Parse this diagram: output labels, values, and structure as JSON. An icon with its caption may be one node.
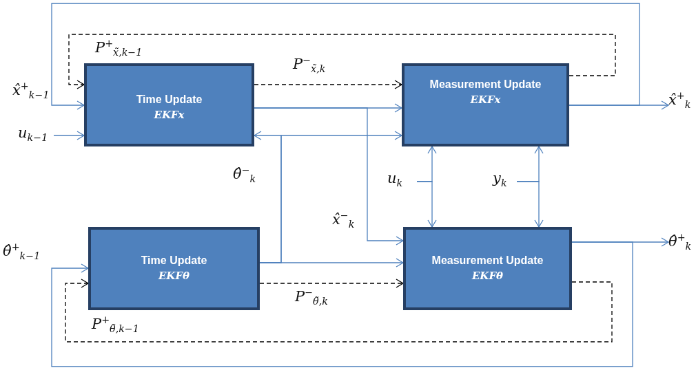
{
  "diagram": {
    "nodes": [
      {
        "text": [
          "Time Update",
          "EKFx"
        ]
      },
      {
        "text": [
          "Measurement Update",
          "EKFx"
        ]
      },
      {
        "text": [
          "Time Update",
          "EKFθ"
        ]
      },
      {
        "text": [
          "Measurement Update",
          "EKFθ"
        ]
      },
      {
        "text": [
          "u$_{k−1}$"
        ]
      },
      {
        "text": [
          "x̂$^{+}$$_{k}$"
        ]
      },
      {
        "text": [
          "θ̂$^{+}$$_{k}$"
        ]
      },
      {
        "text": [
          "u$_{k}$"
        ]
      },
      {
        "text": [
          "y$_{k}$"
        ]
      }
    ],
    "edges": [
      {
        "from": 4,
        "to": 0,
        "arrow": "to"
      },
      {
        "from": 0,
        "to": 1,
        "arrow": "to"
      },
      {
        "from": 0,
        "to": 1,
        "arrow": "to",
        "label": "P$^{−}$$_{x̃,k}$",
        "style": "dashed",
        "color": "#000000"
      },
      {
        "from": 1,
        "to": 0,
        "arrow": "to",
        "label": "P$^{+}$$_{x̃,k−1}$",
        "style": "dashed",
        "color": "#000000"
      },
      {
        "from": 1,
        "to": 5,
        "arrow": "to"
      },
      {
        "from": 1,
        "to": 0,
        "arrow": "to",
        "label": "x̂$^{+}$$_{k−1}$"
      },
      {
        "from": 0,
        "to": 3,
        "arrow": "to",
        "label": "x̂$^{−}$$_{k}$"
      },
      {
        "from": 2,
        "to": 0,
        "arrow": "to",
        "label": "θ̂$^{−}$$_{k}$"
      },
      {
        "from": 2,
        "to": 1,
        "arrow": "to"
      },
      {
        "from": 2,
        "to": 3,
        "arrow": "to"
      },
      {
        "from": 2,
        "to": 3,
        "arrow": "to",
        "label": "P$^{−}$$_{θ̃,k}$",
        "style": "dashed",
        "color": "#000000"
      },
      {
        "from": 3,
        "to": 2,
        "arrow": "to",
        "label": "P$^{+}$$_{θ̃,k−1}$",
        "style": "dashed",
        "color": "#000000"
      },
      {
        "from": 3,
        "to": 6,
        "arrow": "to"
      },
      {
        "from": 3,
        "to": 2,
        "arrow": "to",
        "label": "θ̂$^{+}$$_{k−1}$"
      },
      {
        "from": 7,
        "to": 1,
        "arrow": "to"
      },
      {
        "from": 7,
        "to": 3,
        "arrow": "to"
      },
      {
        "from": 8,
        "to": 1,
        "arrow": "to"
      },
      {
        "from": 8,
        "to": 3,
        "arrow": "to"
      }
    ]
  }
}
